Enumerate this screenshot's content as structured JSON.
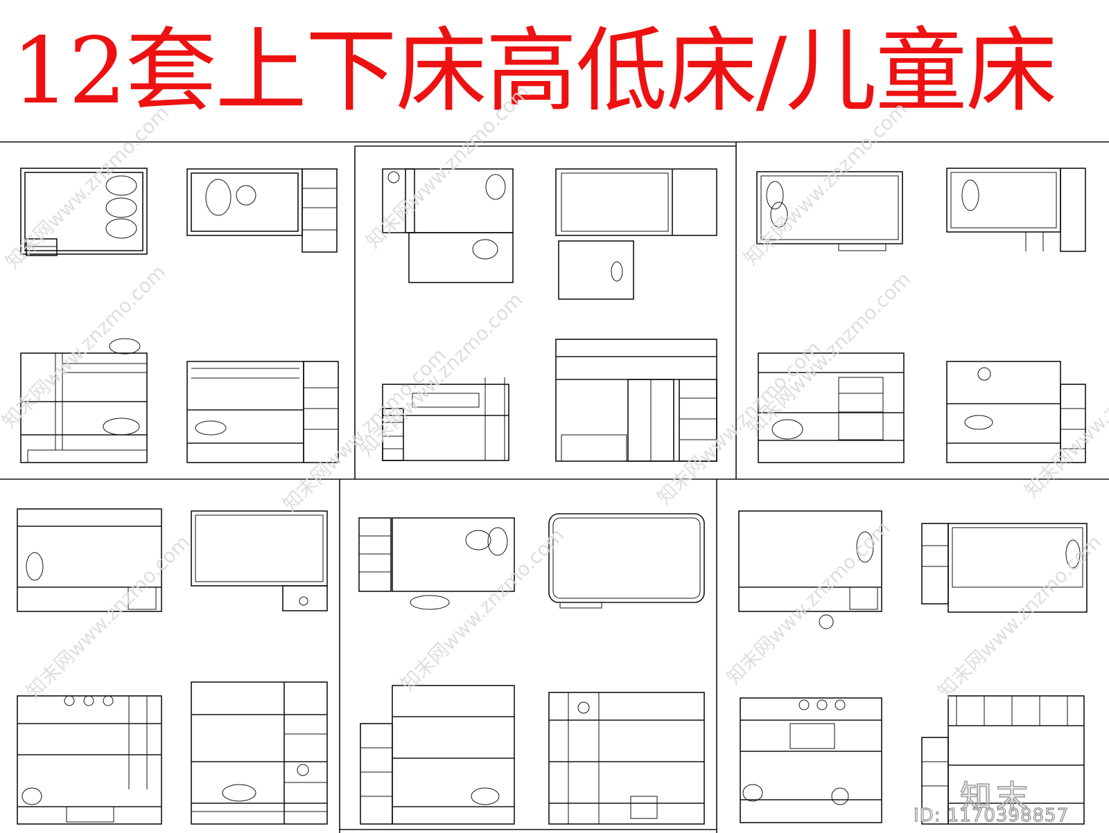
{
  "title": "12套上下床高低床/儿童床",
  "watermark": "知末网www.znzmo.com",
  "logo": "知末",
  "image_id": "ID: 1170398857",
  "colors": {
    "title": "#ee1111",
    "lines": "#111111",
    "watermark": "#d9d9d9"
  }
}
